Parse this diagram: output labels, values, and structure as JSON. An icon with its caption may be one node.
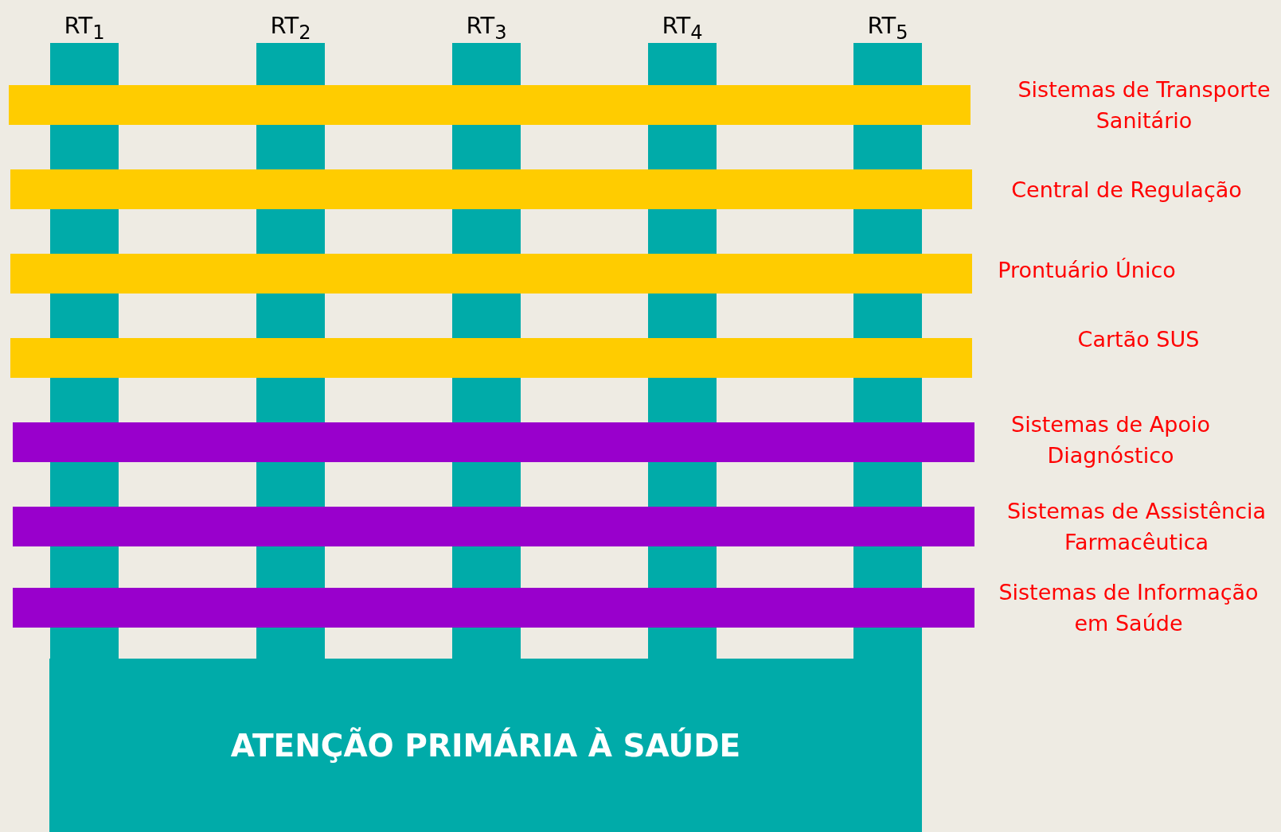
{
  "diagram": {
    "nodes": [
      {
        "text": [
          "ATENÇÃO PRIMÁRIA À SAÚDE"
        ]
      },
      {
        "text": [
          "RT$_{1}$"
        ]
      },
      {
        "text": [
          "RT$_{2}$"
        ]
      },
      {
        "text": [
          "RT$_{3}$"
        ]
      },
      {
        "text": [
          "RT$_{4}$"
        ]
      },
      {
        "text": [
          "RT$_{5}$"
        ]
      },
      {
        "text": [
          "Sistemas de Transporte Sanitário"
        ]
      },
      {
        "text": [
          "Central de Regulação"
        ]
      },
      {
        "text": [
          "Prontuário Único"
        ]
      },
      {
        "text": [
          "Cartão SUS"
        ]
      },
      {
        "text": [
          "Sistemas de Apoio Diagnóstico"
        ]
      },
      {
        "text": [
          "Sistemas de Assistência Farmacêutica"
        ]
      },
      {
        "text": [
          "Sistemas de Informação em Saúde"
        ]
      }
    ]
  }
}
